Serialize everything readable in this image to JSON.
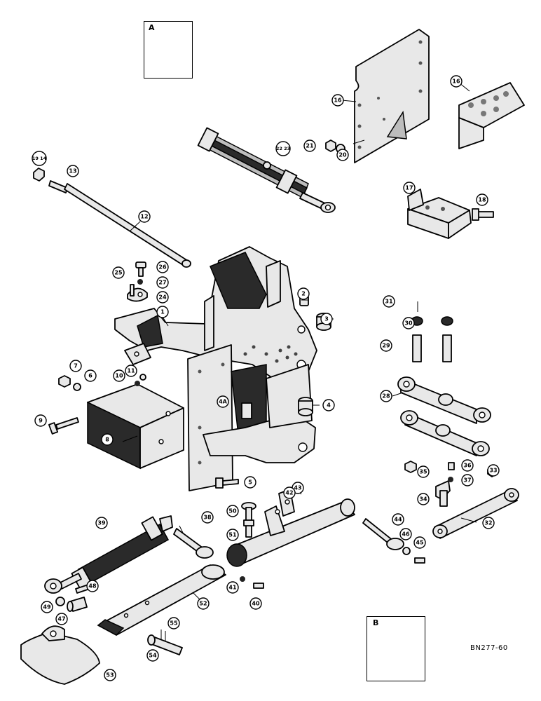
{
  "inset_a": {
    "letter": "A"
  },
  "inset_b": {
    "letter": "B"
  },
  "drawing_code": "BN277-60",
  "callouts": [
    "19 14",
    "13",
    "12",
    "22 23",
    "21",
    "20",
    "16",
    "16",
    "17",
    "18",
    "25",
    "26",
    "27",
    "24",
    "2",
    "3",
    "1",
    "7",
    "6",
    "11",
    "10",
    "9",
    "8",
    "4A",
    "4",
    "5",
    "31",
    "30",
    "29",
    "28",
    "36",
    "35",
    "37",
    "33",
    "34",
    "32",
    "50",
    "51",
    "43",
    "42",
    "44",
    "46",
    "45",
    "39",
    "38",
    "41",
    "40",
    "48",
    "49",
    "47",
    "52",
    "55",
    "54",
    "53"
  ]
}
